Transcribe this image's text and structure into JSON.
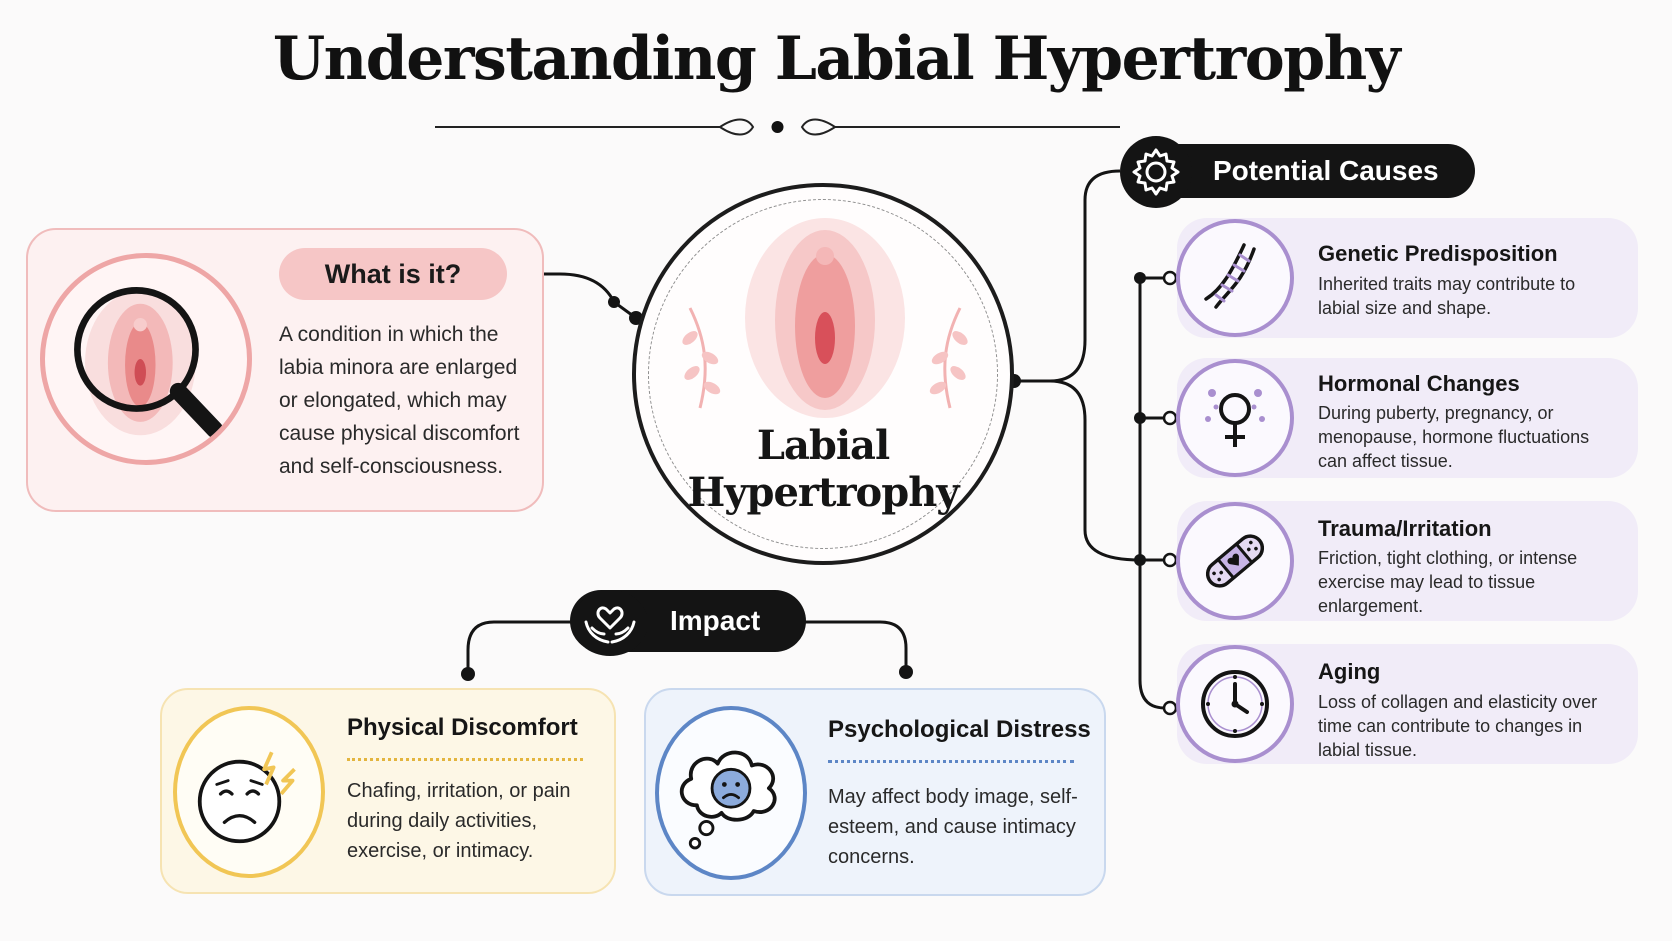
{
  "title": "Understanding Labial Hypertrophy",
  "center": {
    "line1": "Labial",
    "line2": "Hypertrophy"
  },
  "what": {
    "heading": "What is it?",
    "description": "A condition in which the labia minora are enlarged or elongated, which may cause physical discomfort and self-consciousness.",
    "icon": "magnifier-icon"
  },
  "causes": {
    "heading": "Potential Causes",
    "icon": "gear-icon",
    "items": [
      {
        "title": "Genetic Predisposition",
        "description": "Inherited traits may contribute to labial size and shape.",
        "icon": "dna-icon"
      },
      {
        "title": "Hormonal Changes",
        "description": "During puberty, pregnancy, or menopause, hormone fluctuations can affect tissue.",
        "icon": "female-symbol-icon"
      },
      {
        "title": "Trauma/Irritation",
        "description": "Friction, tight clothing, or intense exercise may lead to tissue enlargement.",
        "icon": "bandage-icon"
      },
      {
        "title": "Aging",
        "description": "Loss of collagen and elasticity over time can contribute to changes in labial tissue.",
        "icon": "clock-icon"
      }
    ]
  },
  "impact": {
    "heading": "Impact",
    "icon": "heart-hands-icon",
    "items": [
      {
        "title": "Physical Discomfort",
        "description": "Chafing, irritation, or pain during daily activities, exercise, or intimacy.",
        "icon": "pained-face-icon"
      },
      {
        "title": "Psychological Distress",
        "description": "May affect body image, self-esteem, and cause intimacy concerns.",
        "icon": "thought-cloud-icon"
      }
    ]
  },
  "colors": {
    "pink": "#eea6a6",
    "purple": "#a98fcf",
    "yellow": "#f1c655",
    "blue": "#5d86c6",
    "dark": "#141414"
  }
}
